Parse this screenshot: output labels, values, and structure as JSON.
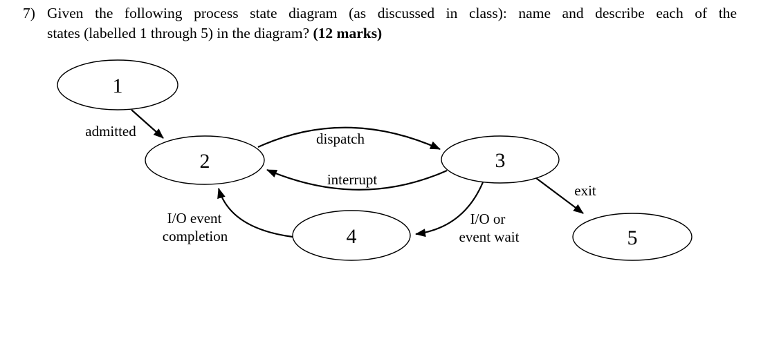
{
  "question": {
    "number": "7)",
    "line1": "Given the following process state diagram (as discussed in class): name and describe each of the",
    "line2": "states (labelled 1 through 5) in the diagram?",
    "marks": "(12 marks)"
  },
  "diagram": {
    "type": "process-state-diagram",
    "state_labels": [
      "1",
      "2",
      "3",
      "4",
      "5"
    ],
    "labels": {
      "admitted": "admitted",
      "dispatch": "dispatch",
      "interrupt": "interrupt",
      "io_completion_line1": "I/O event",
      "io_completion_line2": "completion",
      "io_wait_line1": "I/O or",
      "io_wait_line2": "event wait",
      "exit": "exit"
    },
    "transitions": [
      {
        "from": "1",
        "to": "2",
        "label": "admitted"
      },
      {
        "from": "2",
        "to": "3",
        "label": "dispatch"
      },
      {
        "from": "3",
        "to": "2",
        "label": "interrupt"
      },
      {
        "from": "3",
        "to": "4",
        "label": "I/O or event wait"
      },
      {
        "from": "4",
        "to": "2",
        "label": "I/O event completion"
      },
      {
        "from": "3",
        "to": "5",
        "label": "exit"
      }
    ],
    "colors": {
      "stroke": "#000000",
      "text": "#000000",
      "background": "#ffffff"
    }
  }
}
